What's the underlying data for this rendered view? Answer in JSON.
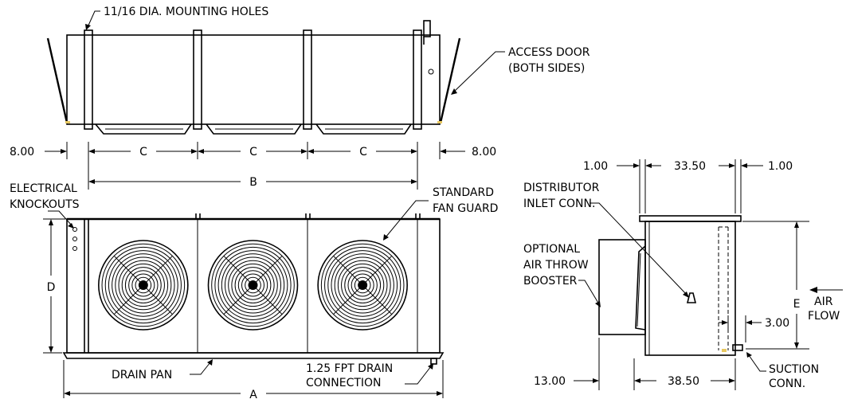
{
  "top_view": {
    "mounting_holes": "11/16 DIA. MOUNTING HOLES",
    "access_door_1": "ACCESS DOOR",
    "access_door_2": "(BOTH SIDES)",
    "dim_left": "8.00",
    "dim_right": "8.00",
    "dim_c": [
      "C",
      "C",
      "C"
    ],
    "dim_b": "B"
  },
  "front_view": {
    "electrical_1": "ELECTRICAL",
    "electrical_2": "KNOCKOUTS",
    "fan_guard_1": "STANDARD",
    "fan_guard_2": "FAN GUARD",
    "dim_d": "D",
    "drain_pan": "DRAIN PAN",
    "drain_conn_1": "1.25 FPT DRAIN",
    "drain_conn_2": "CONNECTION",
    "dim_a": "A",
    "fan_count": 3
  },
  "side_view": {
    "dim_left": "1.00",
    "dim_mid": "33.50",
    "dim_right": "1.00",
    "distributor_1": "DISTRIBUTOR",
    "distributor_2": "INLET CONN.",
    "booster_1": "OPTIONAL",
    "booster_2": "AIR THROW",
    "booster_3": "BOOSTER",
    "dim_e": "E",
    "air_flow_1": "AIR",
    "air_flow_2": "FLOW",
    "dim_300": "3.00",
    "dim_1300": "13.00",
    "dim_3850": "38.50",
    "suction_1": "SUCTION",
    "suction_2": "CONN."
  }
}
